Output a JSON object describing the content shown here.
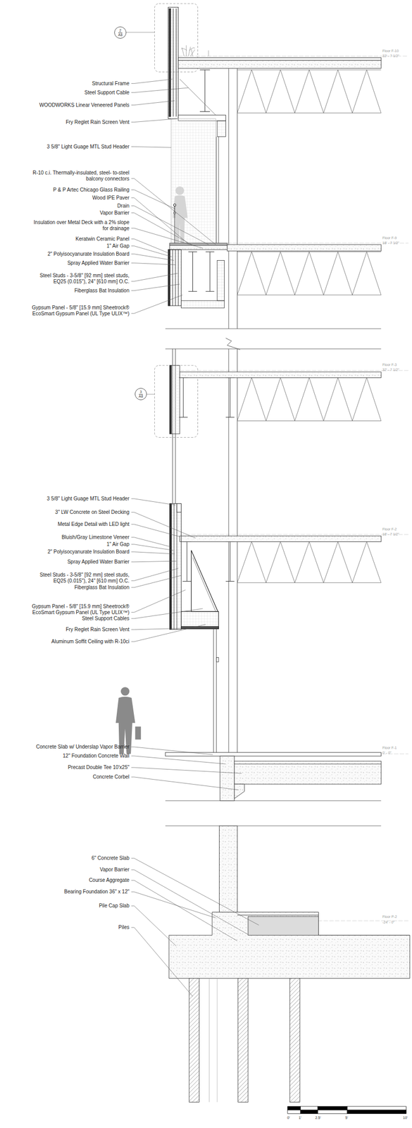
{
  "diagram": {
    "nodes": [
      {
        "text": [
          "2",
          "A8"
        ]
      },
      {
        "text": [
          "3",
          "A8"
        ]
      }
    ],
    "labels": [
      "Structural Frame",
      "Steel Support Cable",
      "WOODWORKS Linear Veneered Panels",
      "Fry Reglet Rain Screen Vent",
      "3 5/8\" Light Guage MTL Stud Header",
      "R-10 c.i. Thermally-insulated, steel- to-steel balcony connectors",
      "P & P Artec Chicago Glass Railing",
      "Wood IPE Paver",
      "Drain",
      "Vapor Barrier",
      "Insulation over Metal Deck with a 2% slope for drainage",
      "Keratwin Ceramic Panel",
      "1\" Air Gap",
      "2\" Polyisocyanurate Insulation Board",
      "Spray Applied Water Barrier",
      "Steel Studs - 3-5/8\" [92 mm] steel studs, EQ25 (0.015\"), 24\" [610 mm] O.C.",
      "Fiberglass Bat Insulation",
      "Gypsum Panel - 5/8\" [15.9 mm] Sheetrock® EcoSmart Gypsum Panel (UL Type ULIX™)",
      "3 5/8\" Light Guage MTL Stud Header",
      "3\" LW Concrete on Steel Decking",
      "Metal Edge Detail with LED light",
      "Bluish/Gray Limestone Veneer",
      "1\" Air Gap",
      "2\" Polyisocyanurate Insulation Board",
      "Spray Applied Water Barrier",
      "Steel Studs - 3-5/8\" [92 mm] steel studs, EQ25 (0.015\"), 24\" [610 mm] O.C.",
      "Fiberglass Bat Insulation",
      "Gypsum Panel - 5/8\" [15.9 mm] Sheetrock® EcoSmart Gypsum Panel (UL Type ULIX™)",
      "Steel Support Cables",
      "Fry Reglet Rain Screen Vent",
      "Aluminum Soffit Ceiling with R-10ci",
      "Concrete Slab w/ Underslap Vapor Barrier",
      "12\" Foundation Concrete Wall",
      "Precast Double Tee 10'x25\"",
      "Concrete Corbel",
      "6\" Concrete Slab",
      "Vapor Barrier",
      "Course Aggregate",
      "Bearing Foundation 36\" x 12\"",
      "Pile Cap Slab",
      "Piles",
      "Floor F-10",
      "32' - 7 1/2\"",
      "Floor F-9",
      "18' - 7 1/2\"",
      "Floor F-3",
      "32' - 7 1/2\"",
      "Floor F-2",
      "18' - 7 1/2\"",
      "Floor F-1",
      "0' - 0\"",
      "Floor P-2",
      "-24' - 0\"",
      "0'",
      "1'",
      "2.5'",
      "5'",
      "10'"
    ]
  }
}
